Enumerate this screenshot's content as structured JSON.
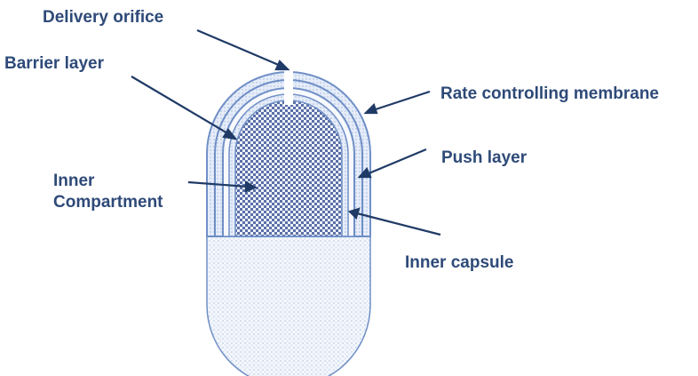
{
  "diagram": {
    "labels": {
      "delivery_orifice": "Delivery orifice",
      "barrier_layer": "Barrier layer",
      "rate_controlling_membrane": "Rate controlling membrane",
      "push_layer": "Push layer",
      "inner_compartment_line1": "Inner",
      "inner_compartment_line2": "Compartment",
      "inner_capsule": "Inner capsule"
    },
    "colors": {
      "label_text": "#2e4a78",
      "outline": "#6f8fc6",
      "arrow": "#1f3a66",
      "membrane_fill": "#dfe8f7",
      "compartment_fill": "#5a6fa8",
      "lower_fill": "#e8eef8"
    }
  }
}
